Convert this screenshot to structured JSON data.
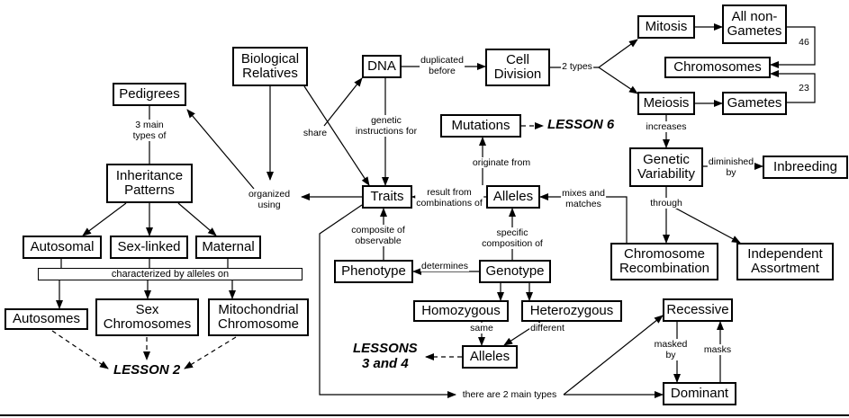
{
  "concepts": {
    "pedigrees": "Pedigrees",
    "inheritance_patterns": "Inheritance\nPatterns",
    "autosomal": "Autosomal",
    "sex_linked": "Sex-linked",
    "maternal": "Maternal",
    "autosomes": "Autosomes",
    "sex_chromosomes": "Sex\nChromosomes",
    "mitochondrial_chromosome": "Mitochondrial\nChromosome",
    "biological_relatives": "Biological\nRelatives",
    "dna": "DNA",
    "cell_division": "Cell\nDivision",
    "mitosis": "Mitosis",
    "all_non_gametes": "All non-\nGametes",
    "chromosomes": "Chromosomes",
    "meiosis": "Meiosis",
    "gametes": "Gametes",
    "mutations": "Mutations",
    "traits": "Traits",
    "alleles_top": "Alleles",
    "genetic_variability": "Genetic\nVariability",
    "inbreeding": "Inbreeding",
    "phenotype": "Phenotype",
    "genotype": "Genotype",
    "chromosome_recombination": "Chromosome\nRecombination",
    "independent_assortment": "Independent\nAssortment",
    "homozygous": "Homozygous",
    "heterozygous": "Heterozygous",
    "alleles_bottom": "Alleles",
    "recessive": "Recessive",
    "dominant": "Dominant",
    "characterized_bar": "characterized by alleles on"
  },
  "link_labels": {
    "three_main_types_of": "3 main\ntypes of",
    "organized_using": "organized\nusing",
    "share": "share",
    "duplicated_before": "duplicated\nbefore",
    "two_types": "2 types",
    "count_46": "46",
    "count_23": "23",
    "increases": "increases",
    "genetic_instructions_for": "genetic\ninstructions for",
    "originate_from": "originate from",
    "result_from_combinations_of": "result from\ncombinations of",
    "mixes_and_matches": "mixes and\nmatches",
    "diminished_by": "diminished\nby",
    "through": "through",
    "composite_of_observable": "composite of\nobservable",
    "specific_composition_of": "specific\ncomposition of",
    "determines": "determines",
    "same": "same",
    "different": "different",
    "masked_by": "masked\nby",
    "masks": "masks",
    "there_are_2_main_types": "there are 2 main types"
  },
  "lessons": {
    "lesson_6": "LESSON 6",
    "lesson_2": "LESSON 2",
    "lessons_3_and_4": "LESSONS\n3 and 4"
  }
}
